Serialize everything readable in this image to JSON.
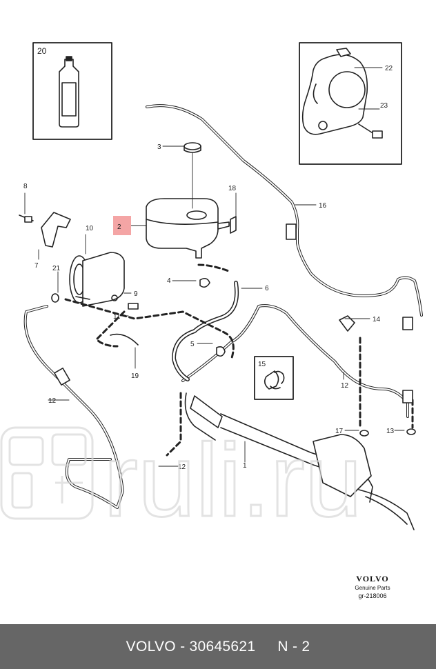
{
  "diagram": {
    "callouts": {
      "c1": "1",
      "c2": "2",
      "c3": "3",
      "c4": "4",
      "c5": "5",
      "c6": "6",
      "c7": "7",
      "c8": "8",
      "c9": "9",
      "c10": "10",
      "c11": "11",
      "c12a": "12",
      "c12b": "12",
      "c12c": "12",
      "c13": "13",
      "c14": "14",
      "c15": "15",
      "c16": "16",
      "c17": "17",
      "c18": "18",
      "c19": "19",
      "c20": "20",
      "c21": "21",
      "c22": "22",
      "c23": "23"
    },
    "highlight_color": "#f4a5a5"
  },
  "brand": {
    "logo": "VOLVO",
    "subtitle": "Genuine Parts",
    "code": "gr-218006"
  },
  "watermark": {
    "text": "ruli.ru"
  },
  "footer": {
    "part": "VOLVO - 30645621",
    "ref": "N - 2"
  }
}
